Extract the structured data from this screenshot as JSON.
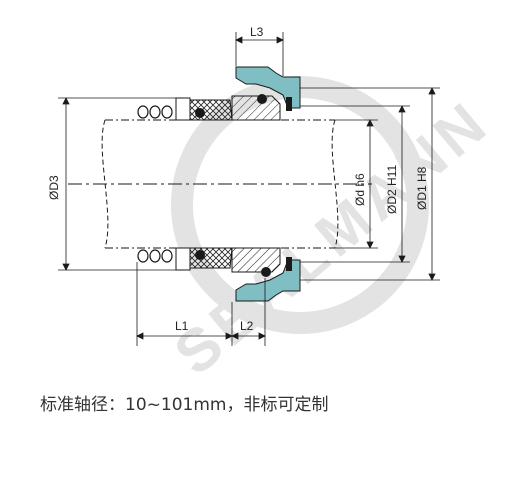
{
  "dimensions": {
    "L1": "L1",
    "L2": "L2",
    "L3": "L3",
    "D3": "ØD3",
    "d": "Ød h6",
    "D2": "ØD2 H11",
    "D1": "ØD1 H8"
  },
  "caption": "标准轴径：10~101mm，非标可定制",
  "watermark": "SEALMANN",
  "colors": {
    "seat": "#7fbfc4",
    "line": "#1a1a1a",
    "watermark": "#e3e3e3"
  }
}
